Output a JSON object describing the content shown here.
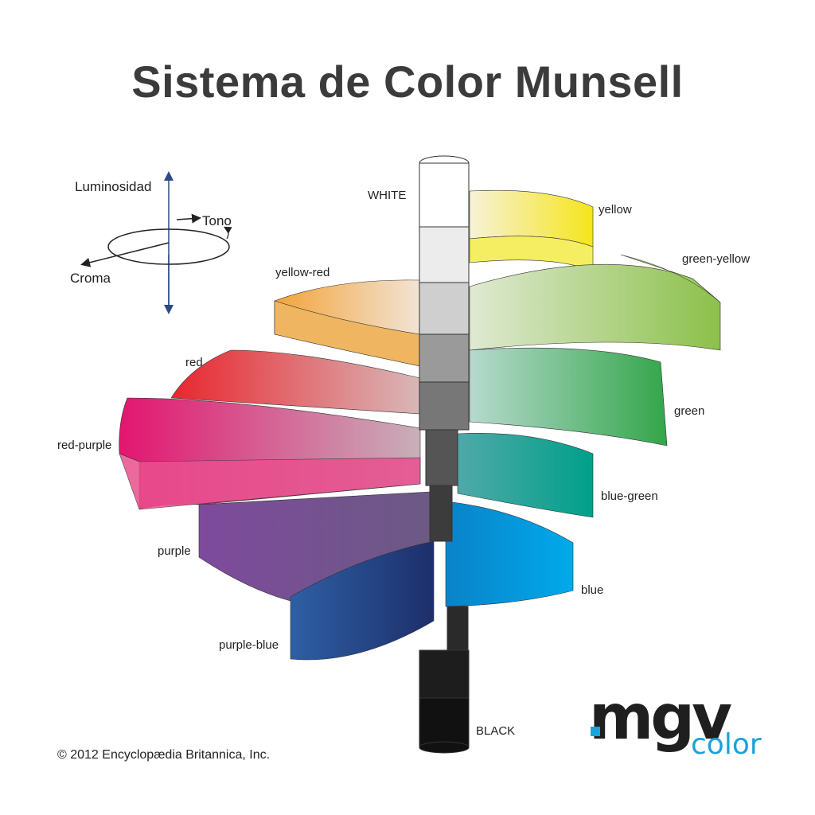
{
  "title": "Sistema de Color Munsell",
  "legend": {
    "luminosity": "Luminosidad",
    "hue": "Tono",
    "chroma": "Croma"
  },
  "value_labels": {
    "top": "WHITE",
    "bottom": "BLACK"
  },
  "hue_labels": {
    "yellow": "yellow",
    "green_yellow": "green-yellow",
    "yellow_red": "yellow-red",
    "red": "red",
    "green": "green",
    "red_purple": "red-purple",
    "blue_green": "blue-green",
    "purple": "purple",
    "blue": "blue",
    "purple_blue": "purple-blue"
  },
  "copyright": "© 2012 Encyclopædia Britannica, Inc.",
  "logo": {
    "brand": "mgv",
    "sub": "color"
  },
  "colors": {
    "yellow": "#f5e51b",
    "green_yellow": "#8cc04a",
    "yellow_red": "#f2a33a",
    "red": "#e8262e",
    "green": "#33a64a",
    "red_purple": "#e2156f",
    "blue_green": "#00a08a",
    "purple": "#7e4a9c",
    "blue": "#00aaeb",
    "purple_blue": "#2e5fa4",
    "logo_accent": "#1aa3dc"
  }
}
